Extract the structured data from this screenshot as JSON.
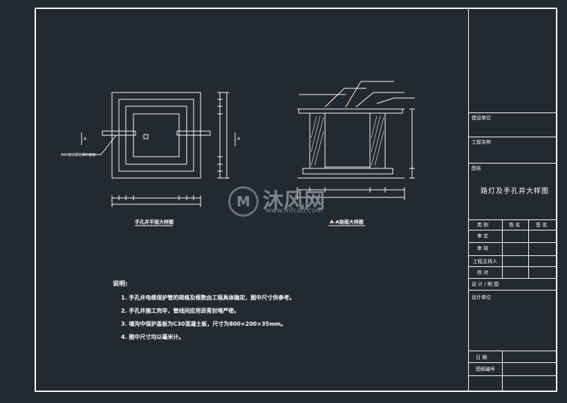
{
  "title_block": {
    "build_unit": "建设单位",
    "project_name": "工程名称",
    "drawing_name_label": "图名",
    "drawing_name": "路灯及手孔井大样图",
    "col_category": "类 别",
    "col_name": "姓 名",
    "col_signature": "签 名",
    "approve": "审 定",
    "review": "审 核",
    "project_lead": "工程主持人",
    "check": "校 对",
    "design_draw": "设 计 / 制 图",
    "design_unit": "设计单位",
    "date": "日 期",
    "drawing_no": "图纸编号"
  },
  "drawings": {
    "plan_caption": "手孔井平面大样图",
    "section_caption": "A-A剖面大样图",
    "pipe_label": "Φ80镀锌钢管保护套管",
    "section_mark": "A"
  },
  "notes": {
    "title": "说明:",
    "items": [
      "1. 手孔井电缆保护管的规格及根数由工程具体确定，图中尺寸供参考。",
      "2. 手孔井施工完毕，管线间应用沥青封堵严密。",
      "3. 墙沟中保护盖板为C30混凝土板，尺寸为800×200×35mm。",
      "4. 图中尺寸均以毫米计。"
    ]
  },
  "watermark": {
    "logo_letter": "M",
    "text": "沐风网",
    "url": "www.mfcad.com"
  }
}
